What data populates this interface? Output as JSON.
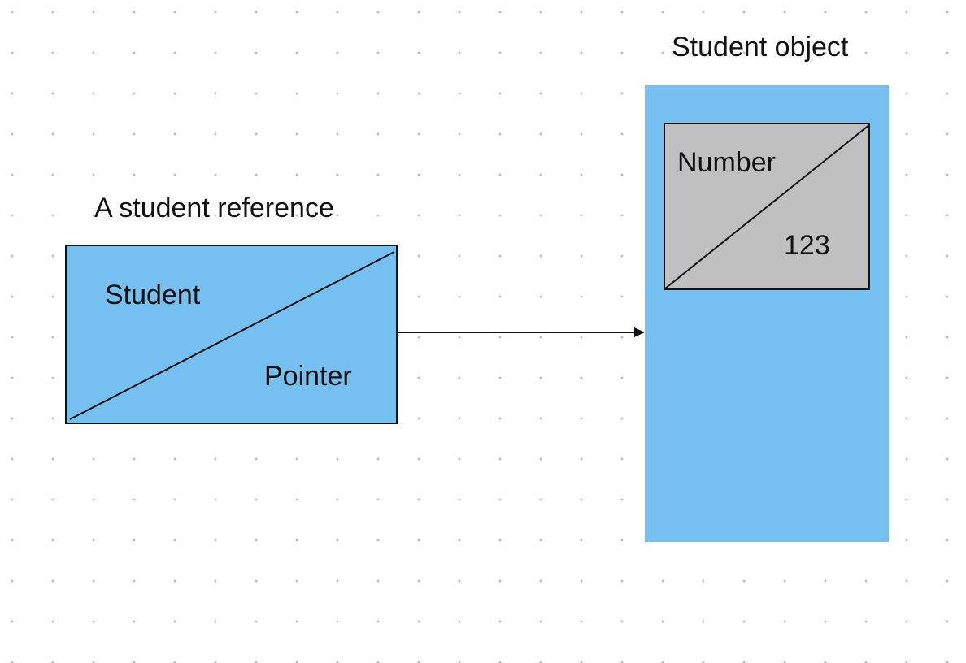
{
  "reference": {
    "title": "A student reference",
    "type_label": "Student",
    "kind_label": "Pointer",
    "fill_color": "#76bff1"
  },
  "object": {
    "title": "Student object",
    "fill_color": "#76bff1",
    "field": {
      "name_label": "Number",
      "value_label": "123",
      "fill_color": "#c0c0c0"
    }
  }
}
